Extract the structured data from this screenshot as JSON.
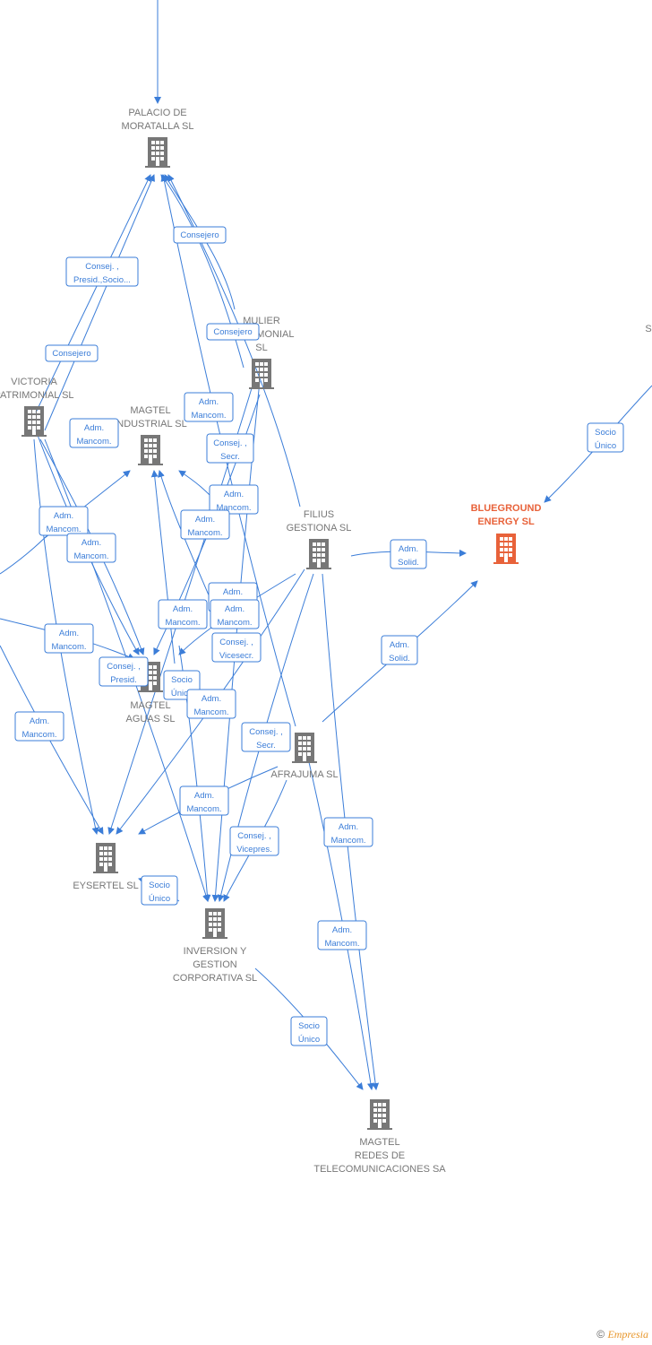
{
  "colors": {
    "edge": "#3b7dd8",
    "node": "#777777",
    "main_node": "#e8623a",
    "brand": "#e8962a"
  },
  "nodes": [
    {
      "id": "palacio",
      "lines": [
        "PALACIO DE",
        "MORATALLA SL"
      ],
      "icon": "building-icon"
    },
    {
      "id": "mulier",
      "lines": [
        "MULIER",
        "PATRIMONIAL",
        "SL"
      ],
      "icon": "building-icon"
    },
    {
      "id": "victoria",
      "lines": [
        "VICTORIA",
        "PATRIMONIAL SL"
      ],
      "icon": "building-icon"
    },
    {
      "id": "mind",
      "lines": [
        "MAGTEL",
        "INDUSTRIAL SL"
      ],
      "icon": "building-icon"
    },
    {
      "id": "filius",
      "lines": [
        "FILIUS",
        "GESTIONA SL"
      ],
      "icon": "building-icon"
    },
    {
      "id": "blueground",
      "lines": [
        "BLUEGROUND",
        "ENERGY  SL"
      ],
      "icon": "building-icon",
      "main": true
    },
    {
      "id": "maguas",
      "lines": [
        "MAGTEL",
        "AGUAS  SL"
      ],
      "icon": "building-icon"
    },
    {
      "id": "afrajuma",
      "lines": [
        "AFRAJUMA SL"
      ],
      "icon": "building-icon"
    },
    {
      "id": "eysertel",
      "lines": [
        "EYSERTEL SL"
      ],
      "icon": "building-icon"
    },
    {
      "id": "inversion",
      "lines": [
        "INVERSION Y",
        "GESTION",
        "CORPORATIVA SL"
      ],
      "icon": "building-icon"
    },
    {
      "id": "mredes",
      "lines": [
        "MAGTEL",
        "REDES DE",
        "TELECOMUNICACIONES SA"
      ],
      "icon": "building-icon"
    },
    {
      "id": "edge_s",
      "lines": [
        "S"
      ],
      "icon": ""
    }
  ],
  "badges": [
    {
      "lines": [
        "Consejero"
      ]
    },
    {
      "lines": [
        "Consej. ,",
        "Presid.,Socio..."
      ]
    },
    {
      "lines": [
        "Consejero"
      ]
    },
    {
      "lines": [
        "Consejero"
      ]
    },
    {
      "lines": [
        "Adm.",
        "Mancom."
      ]
    },
    {
      "lines": [
        "Adm.",
        "Mancom."
      ]
    },
    {
      "lines": [
        "Consej. ,",
        "Secr."
      ]
    },
    {
      "lines": [
        "Socio",
        "Único"
      ]
    },
    {
      "lines": [
        "Adm.",
        "Mancom."
      ]
    },
    {
      "lines": [
        "Adm.",
        "Mancom."
      ]
    },
    {
      "lines": [
        "Adm.",
        "Mancom."
      ]
    },
    {
      "lines": [
        "Adm.",
        "Mancom."
      ]
    },
    {
      "lines": [
        "Adm.",
        "Solid."
      ]
    },
    {
      "lines": [
        "Adm.",
        "Mancom."
      ]
    },
    {
      "lines": [
        "Adm.",
        "Mancom."
      ]
    },
    {
      "lines": [
        "Adm.",
        "Mancom."
      ]
    },
    {
      "lines": [
        "Adm.",
        "Mancom."
      ]
    },
    {
      "lines": [
        "Consej. ,",
        "Vicesecr."
      ]
    },
    {
      "lines": [
        "Adm.",
        "Solid."
      ]
    },
    {
      "lines": [
        "Consej. ,",
        "Presid."
      ]
    },
    {
      "lines": [
        "Socio",
        "Único"
      ]
    },
    {
      "lines": [
        "Adm.",
        "Mancom."
      ]
    },
    {
      "lines": [
        "Adm.",
        "Mancom."
      ]
    },
    {
      "lines": [
        "Consej. ,",
        "Secr."
      ]
    },
    {
      "lines": [
        "Adm.",
        "Mancom."
      ]
    },
    {
      "lines": [
        "Adm.",
        "Mancom."
      ]
    },
    {
      "lines": [
        "Consej. ,",
        "Vicepres."
      ]
    },
    {
      "lines": [
        "Socio",
        "Único"
      ]
    },
    {
      "lines": [
        "Adm.",
        "Mancom."
      ]
    },
    {
      "lines": [
        "Socio",
        "Único"
      ]
    }
  ],
  "footer": {
    "copyright": "©",
    "brand": "Empresia"
  }
}
